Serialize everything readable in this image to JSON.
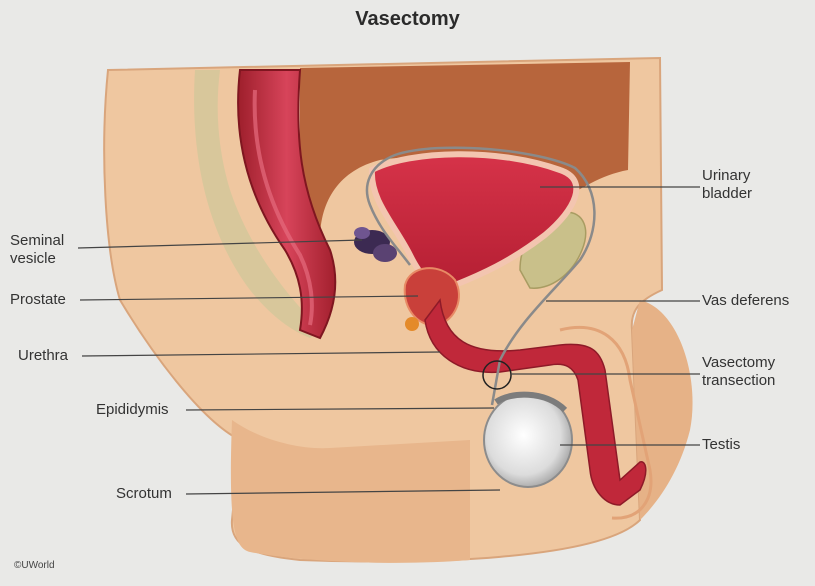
{
  "title": "Vasectomy",
  "labels": {
    "seminal_vesicle": [
      "Seminal",
      "vesicle"
    ],
    "prostate": "Prostate",
    "urethra": "Urethra",
    "epididymis": "Epididymis",
    "scrotum": "Scrotum",
    "urinary_bladder": [
      "Urinary",
      "bladder"
    ],
    "vas_deferens": "Vas deferens",
    "vasectomy_transection": [
      "Vasectomy",
      "transection"
    ],
    "testis": "Testis"
  },
  "copyright": "©UWorld",
  "colors": {
    "skin": "#efc7a0",
    "skin_dark": "#e2ac84",
    "interior": "#f6d8b4",
    "cavity": "#b2623b",
    "organ_red": "#b82435",
    "organ_pink": "#d9435a",
    "bone": "#c9c08a",
    "testis": "#e6e6e6"
  }
}
